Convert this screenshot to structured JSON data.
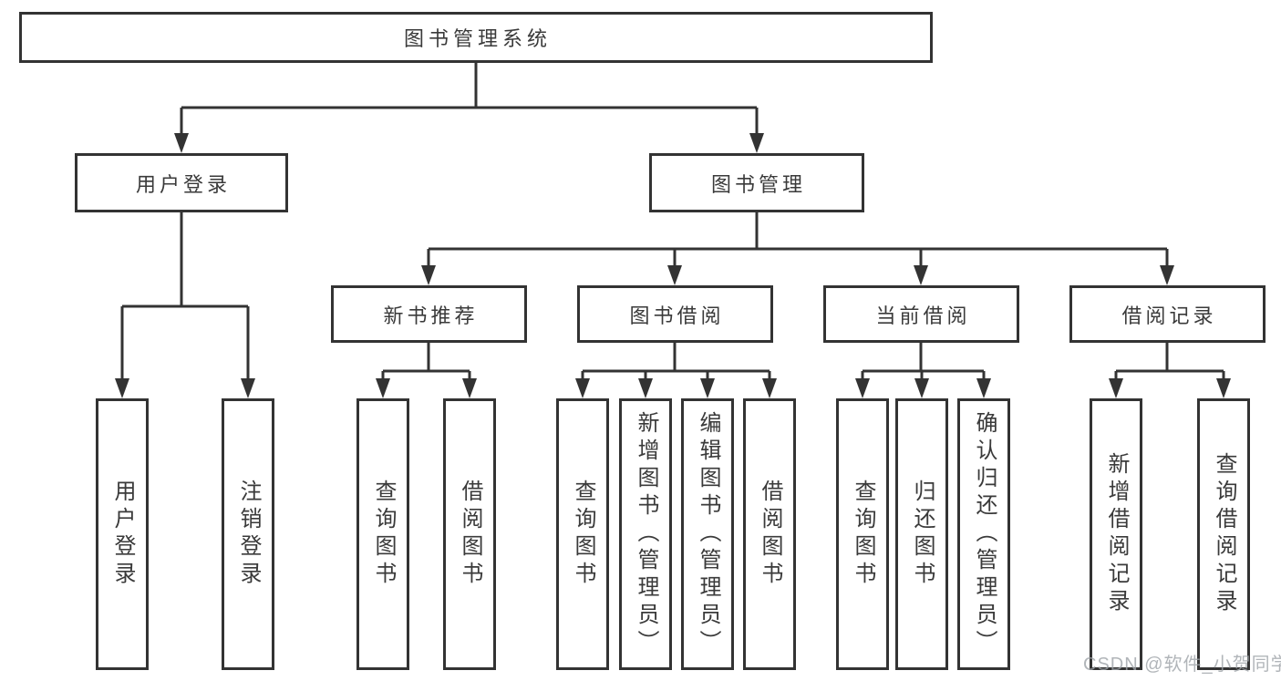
{
  "diagram": {
    "root_label": "图书管理系统",
    "level2": {
      "user_login": "用户登录",
      "book_management": "图书管理"
    },
    "level3": {
      "new_book_recommend": "新书推荐",
      "book_borrow": "图书借阅",
      "current_borrow": "当前借阅",
      "borrow_records": "借阅记录"
    },
    "leaves": {
      "user_login": "用户登录",
      "logout": "注销登录",
      "recommend_query_books": "查询图书",
      "recommend_borrow_books": "借阅图书",
      "borrow_query_books": "查询图书",
      "borrow_add_books_admin": "新增图书（管理员）",
      "borrow_edit_books_admin": "编辑图书（管理员）",
      "borrow_borrow_books": "借阅图书",
      "current_query_books": "查询图书",
      "current_return_books": "归还图书",
      "current_confirm_return_admin": "确认归还（管理员）",
      "records_add_borrow_record": "新增借阅记录",
      "records_query_borrow_record": "查询借阅记录"
    },
    "colors": {
      "line": "#333333",
      "text": "#3a3a3a",
      "background": "#ffffff",
      "watermark": "#9ea3a8"
    }
  },
  "watermark_text": "CSDN @软件_小贺同学"
}
